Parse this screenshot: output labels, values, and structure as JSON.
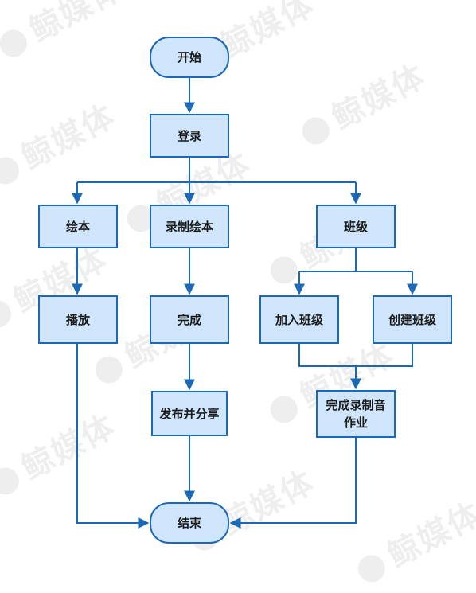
{
  "watermark": {
    "text": "鲸媒体"
  },
  "nodes": {
    "start": "开始",
    "login": "登录",
    "picture_book": "绘本",
    "record_book": "录制绘本",
    "class": "班级",
    "play": "播放",
    "done": "完成",
    "join_class": "加入班级",
    "create_class": "创建班级",
    "publish": "发布并分享",
    "homework": "完成录制音作业",
    "end": "结束"
  },
  "colors": {
    "node_fill": "#cfe5fb",
    "node_border": "#1b68b6",
    "connector": "#1b68b6",
    "watermark": "#eeeeee"
  }
}
